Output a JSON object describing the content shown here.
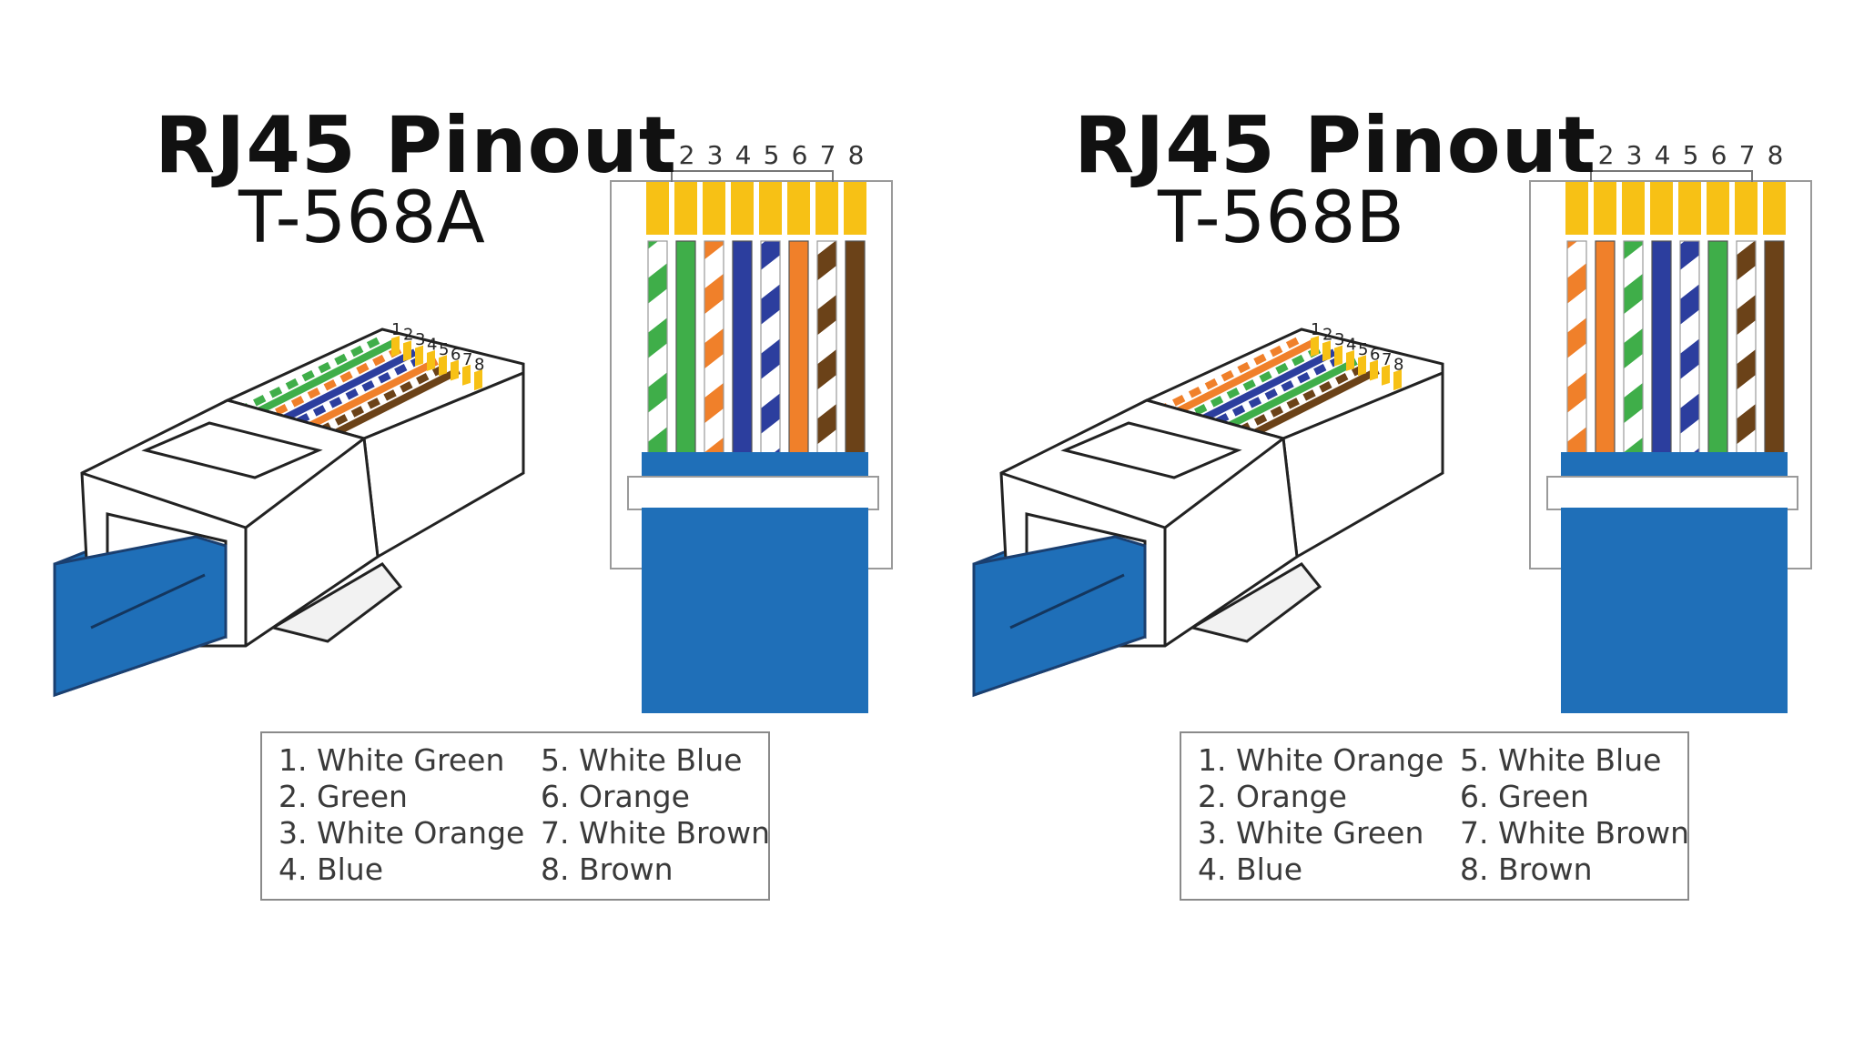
{
  "colors": {
    "white_green": "#ffffff",
    "green": "#3fae49",
    "white_orange": "#ffffff",
    "orange": "#f0802a",
    "blue": "#2c3e9e",
    "brown": "#6b4218",
    "gold": "#f7c115",
    "cable": "#1f6fb8"
  },
  "panels": [
    {
      "title": "RJ45 Pinout",
      "subtitle": "T-568A",
      "pin_numbers": [
        "1",
        "2",
        "3",
        "4",
        "5",
        "6",
        "7",
        "8"
      ],
      "wires": [
        "white-green",
        "green",
        "white-orange",
        "blue",
        "white-blue",
        "orange",
        "white-brown",
        "brown"
      ],
      "legend_left": [
        "1. White Green",
        "2. Green",
        "3. White Orange",
        "4. Blue"
      ],
      "legend_right": [
        "5. White Blue",
        "6. Orange",
        "7. White Brown",
        "8. Brown"
      ]
    },
    {
      "title": "RJ45 Pinout",
      "subtitle": "T-568B",
      "pin_numbers": [
        "1",
        "2",
        "3",
        "4",
        "5",
        "6",
        "7",
        "8"
      ],
      "wires": [
        "white-orange",
        "orange",
        "white-green",
        "blue",
        "white-blue",
        "green",
        "white-brown",
        "brown"
      ],
      "legend_left": [
        "1. White Orange",
        "2. Orange",
        "3. White Green",
        "4. Blue"
      ],
      "legend_right": [
        "5. White Blue",
        "6. Green",
        "7. White Brown",
        "8. Brown"
      ]
    }
  ]
}
